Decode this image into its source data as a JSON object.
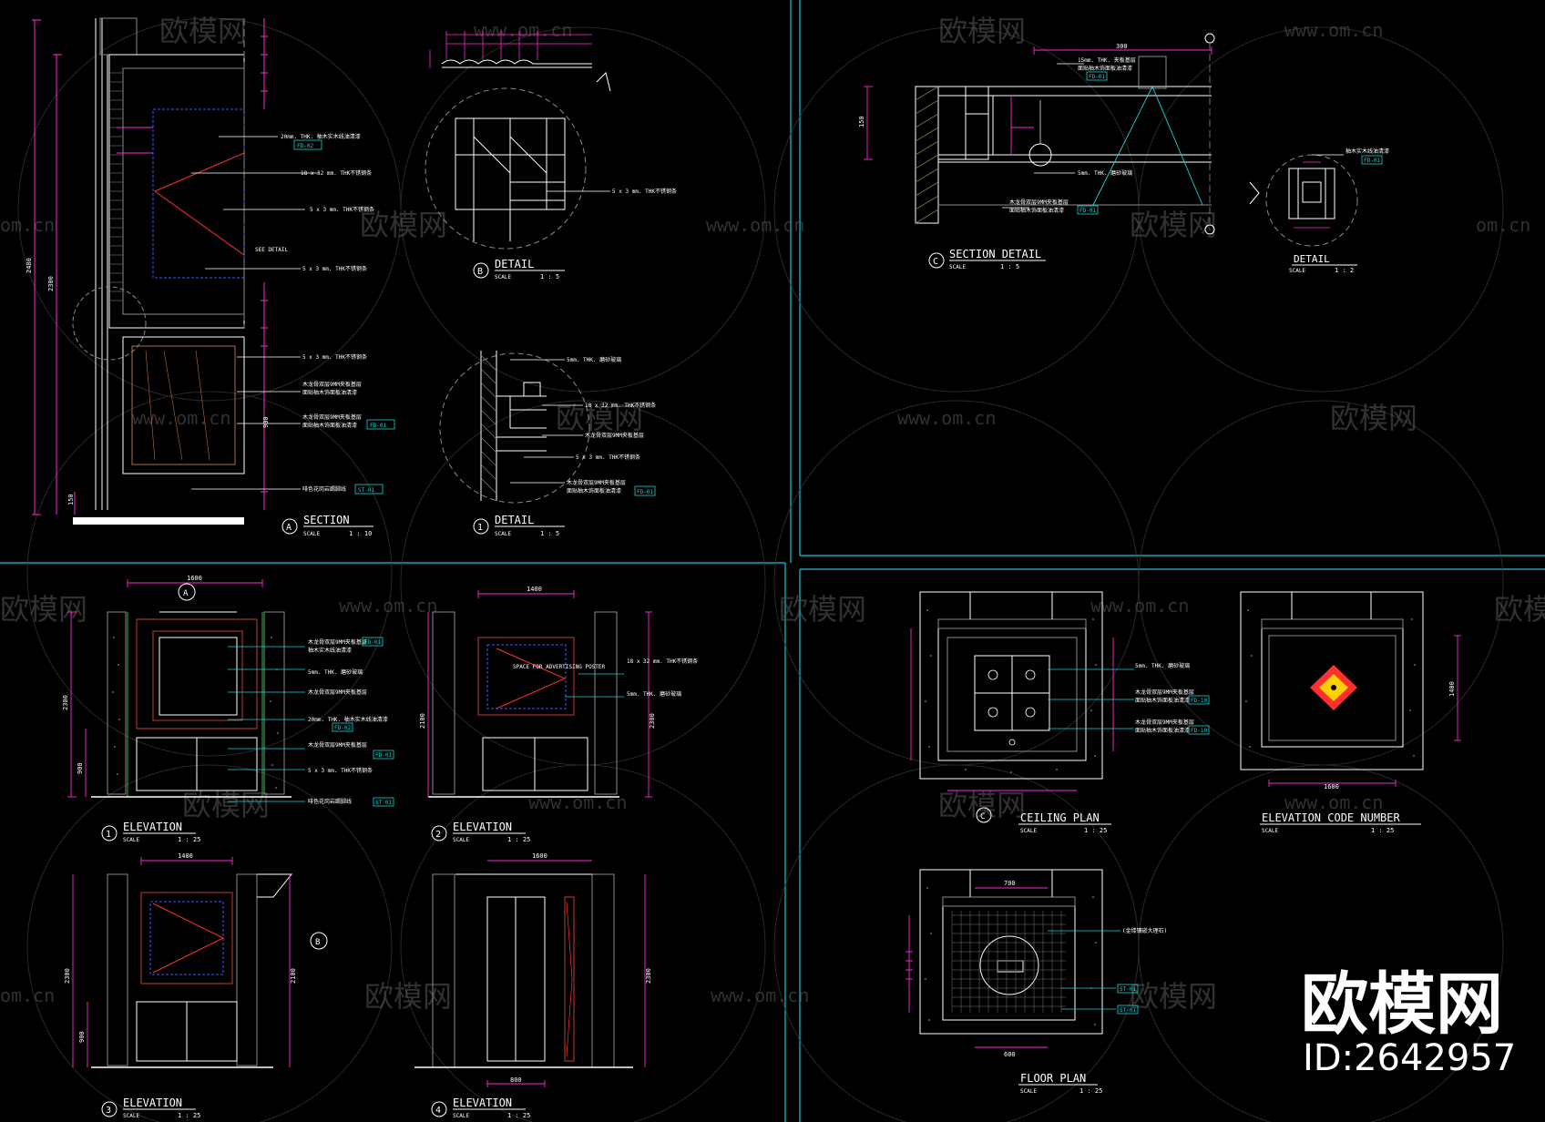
{
  "colors": {
    "background": "#000000",
    "frame": "#19c3d6",
    "dimension": "#ff2bd6",
    "line": "#ffffff",
    "tag": "#19d3d3",
    "red": "#ff3030",
    "hatch": "#8a8a8a",
    "watermark": "#5a5a5a"
  },
  "views": {
    "section_a": {
      "marker": "A",
      "title": "SECTION",
      "scale_label": "SCALE",
      "scale": "1 : 10"
    },
    "detail_b": {
      "marker": "B",
      "title": "DETAIL",
      "scale_label": "SCALE",
      "scale": "1 : 5"
    },
    "detail_1": {
      "marker": "1",
      "title": "DETAIL",
      "scale_label": "SCALE",
      "scale": "1 : 5"
    },
    "section_detail_c": {
      "marker": "C",
      "title": "SECTION DETAIL",
      "scale_label": "SCALE",
      "scale": "1 : 5"
    },
    "detail_2": {
      "title": "DETAIL",
      "scale_label": "SCALE",
      "scale": "1 : 2"
    },
    "elevation_1": {
      "marker": "1",
      "title": "ELEVATION",
      "scale_label": "SCALE",
      "scale": "1 : 25"
    },
    "elevation_2": {
      "marker": "2",
      "title": "ELEVATION",
      "scale_label": "SCALE",
      "scale": "1 : 25"
    },
    "elevation_3": {
      "marker": "3",
      "title": "ELEVATION",
      "scale_label": "SCALE",
      "scale": "1 : 25"
    },
    "elevation_4": {
      "marker": "4",
      "title": "ELEVATION",
      "scale_label": "SCALE",
      "scale": "1 : 25"
    },
    "ceiling_plan": {
      "title": "CEILING PLAN",
      "scale_label": "SCALE",
      "scale": "1 : 25"
    },
    "elevation_code": {
      "title": "ELEVATION CODE NUMBER",
      "scale_label": "SCALE",
      "scale": "1 : 25"
    },
    "floor_plan": {
      "title": "FLOOR PLAN",
      "scale_label": "SCALE",
      "scale": "1 : 25"
    }
  },
  "dimensions": {
    "section_total": "2480",
    "section_height": "2300",
    "section_lower": "900",
    "section_base": "150",
    "elev_width": "1600",
    "elev_width_b": "1400",
    "elev_height": "2300",
    "elev_lower": "900",
    "elev_height_b": "2100",
    "ceiling_dim": "1400",
    "detail_c_width": "300",
    "detail_c_height": "150",
    "floor_top": "700",
    "floor_bottom": "600",
    "elev4_door": "800",
    "elev_code_width": "1600"
  },
  "notes": {
    "n1": "20mm. THK. 柚木实木线油清漆",
    "n2": "18 x 32 mm. THK不锈钢条",
    "n3": "5 x 3 mm. THK不锈钢条",
    "n4": "木龙骨双层9MM夹板基层",
    "n5": "面贴柚木饰面板油清漆",
    "n6": "啡色花岗岩踢脚线",
    "n7": "5mm. THK. 磨砂玻璃",
    "n8": "(金缕镶嵌大理石)",
    "n9": "SEE DETAIL",
    "n10": "SPACE FOR ADVERTISING POSTER",
    "n11": "15mm. THK. 夹板基层",
    "n12": "柚木实木线油清漆"
  },
  "tags": {
    "fd01": "FD-01",
    "fd02": "FD-02",
    "fd10": "FD-10",
    "st01": "ST-01"
  },
  "watermark": {
    "brand": "欧模网",
    "url": "www.om.cn",
    "url_short": "om.cn",
    "id": "ID:2642957"
  }
}
